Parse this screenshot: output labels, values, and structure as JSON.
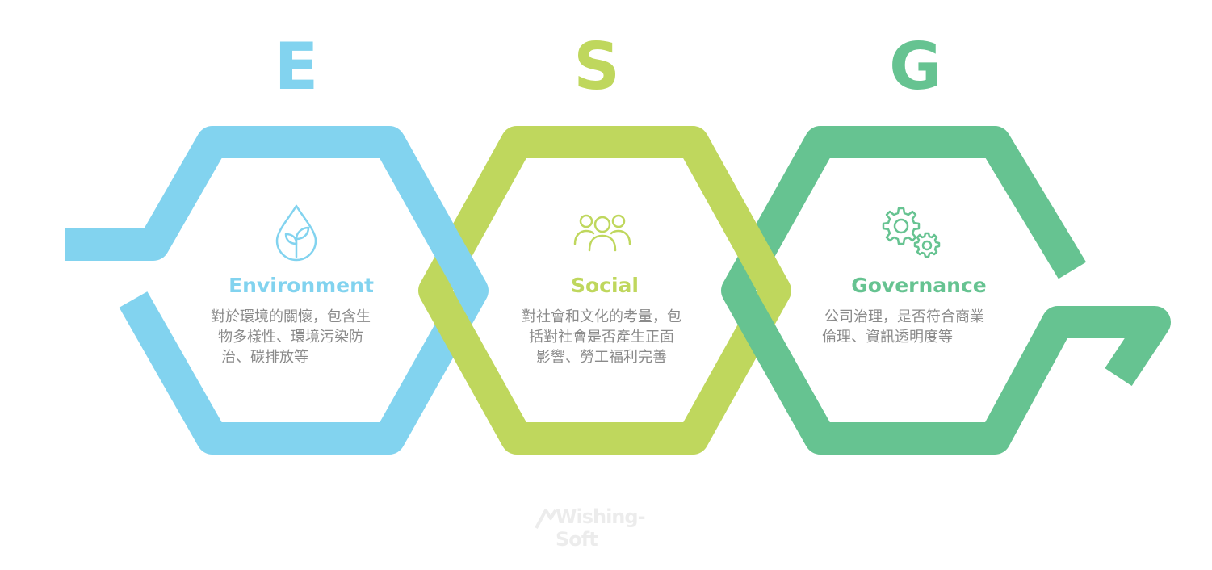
{
  "colors": {
    "environment": "#82d3ef",
    "social": "#bfd75d",
    "governance": "#66c391",
    "text": "#8a8a8a"
  },
  "pillars": [
    {
      "letter": "E",
      "title": "Environment",
      "icon": "water-drop-leaf-icon",
      "desc": [
        "對於環境的關懷，包含生",
        "物多樣性、環境污染防",
        "治、碳排放等"
      ]
    },
    {
      "letter": "S",
      "title": "Social",
      "icon": "people-group-icon",
      "desc": [
        "對社會和文化的考量，包",
        "括對社會是否產生正面",
        "影響、勞工福利完善"
      ]
    },
    {
      "letter": "G",
      "title": "Governance",
      "icon": "gears-icon",
      "desc": [
        "公司治理，是否符合商業",
        "倫理、資訊透明度等"
      ]
    }
  ],
  "watermark": "Wishing-Soft"
}
